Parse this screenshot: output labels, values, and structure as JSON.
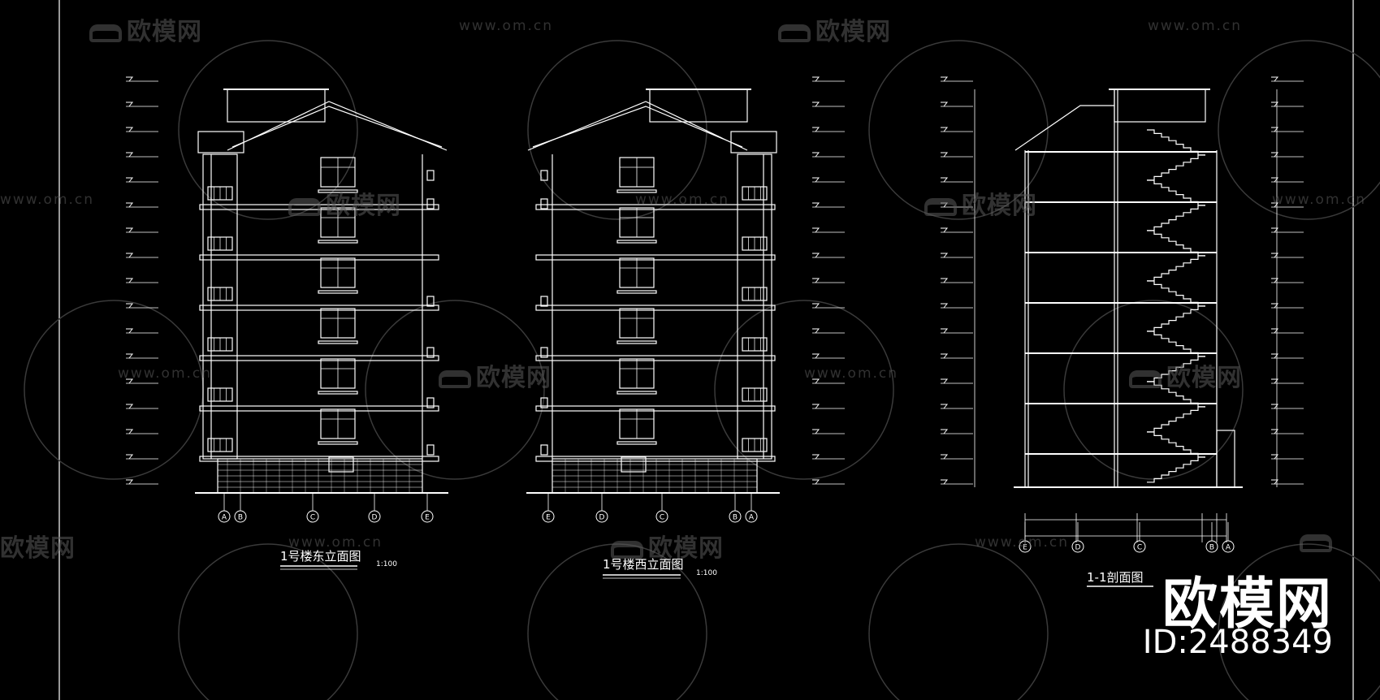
{
  "drawings": [
    {
      "id": "east-elevation",
      "title": "1号楼东立面图",
      "scale": "1:100"
    },
    {
      "id": "west-elevation",
      "title": "1号楼西立面图",
      "scale": "1:100"
    },
    {
      "id": "section-1-1",
      "title": "1-1剖面图",
      "scale": ""
    }
  ],
  "axes_east": [
    "A",
    "B",
    "C",
    "D",
    "E"
  ],
  "axes_west": [
    "E",
    "D",
    "C",
    "B",
    "A"
  ],
  "axes_section": [
    "E",
    "D",
    "C",
    "B",
    "A"
  ],
  "watermark": {
    "cn": "欧模网",
    "url": "www.om.cn"
  },
  "brand": {
    "name": "欧模网",
    "id": "ID:2488349"
  },
  "colors": {
    "background": "#000000",
    "line": "#ffffff",
    "watermark": "#5a5a5a"
  }
}
